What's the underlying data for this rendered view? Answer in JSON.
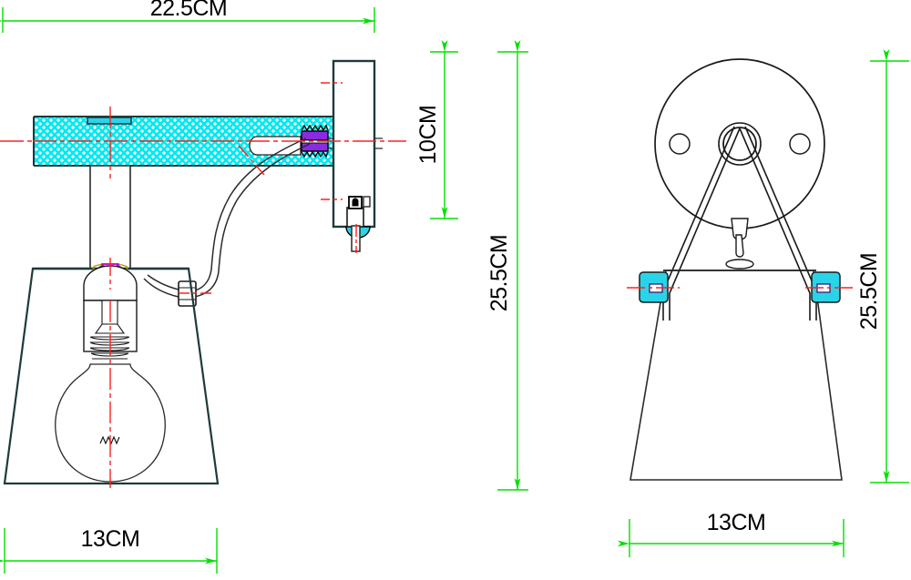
{
  "drawing": {
    "title": "Wall Lamp Technical Drawing",
    "units": "CM",
    "background_color": "#ffffff",
    "line_color": "#1a1a1a",
    "dim_color": "#00e000",
    "center_line_color": "#ff2020",
    "hatch_color": "#00e8f0",
    "accent_fill_color": "#2ad4e8",
    "socket_fill_color": "#cc00cc"
  },
  "dimensions": {
    "overall_depth": "22.5CM",
    "wall_plate_height": "10CM",
    "overall_height_side": "25.5CM",
    "overall_height_front": "25.5CM",
    "shade_width_side": "13CM",
    "shade_width_front": "13CM"
  },
  "views": {
    "side": {
      "name": "side-section-view",
      "label": "",
      "parts": [
        "wall-mount-plate",
        "hatched-arm-beam",
        "threaded-connector",
        "drop-tube",
        "lamp-socket",
        "light-bulb",
        "lamp-shade",
        "power-cable",
        "cable-clamp",
        "cable-gland"
      ]
    },
    "front": {
      "name": "front-view",
      "label": "",
      "parts": [
        "circular-wall-plate",
        "mounting-hole-left",
        "mounting-hole-right",
        "center-boss",
        "yoke-bracket",
        "shade-top-rim",
        "shade-body",
        "knob-left",
        "knob-right",
        "stem-nipple"
      ]
    }
  },
  "callouts": {
    "top_dimension": "22.5CM",
    "left_vertical_dimension": "10CM",
    "mid_vertical_dimension": "25.5CM",
    "right_vertical_dimension": "25.5CM",
    "bottom_left_dimension": "13CM",
    "bottom_right_dimension": "13CM"
  }
}
